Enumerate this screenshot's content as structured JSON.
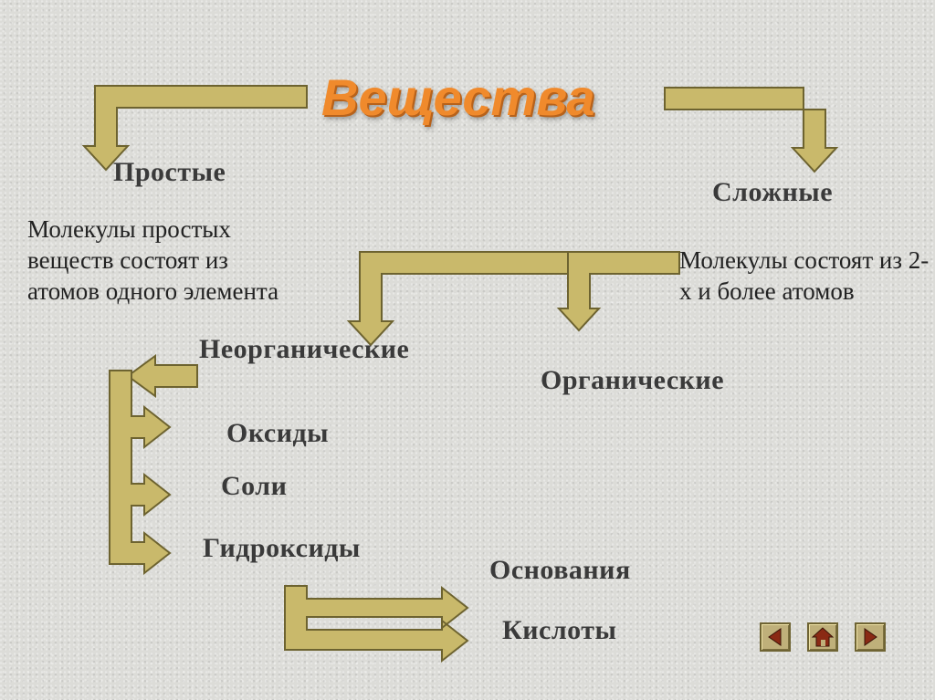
{
  "title": "Вещества",
  "simple": {
    "heading": "Простые",
    "description": "Молекулы простых веществ состоят из атомов одного элемента"
  },
  "complex": {
    "heading": "Сложные",
    "description": "Молекулы состоят из 2-х и более атомов"
  },
  "inorganic": "Неорганические",
  "organic": "Органические",
  "oxides": "Оксиды",
  "salts": "Соли",
  "hydroxides": "Гидроксиды",
  "bases": "Основания",
  "acids": "Кислоты",
  "colors": {
    "arrow_fill": "#c9b96b",
    "arrow_stroke": "#6d6330",
    "title": "#f08a2c"
  },
  "navigation": {
    "prev_icon": "triangle-left-icon",
    "home_icon": "home-icon",
    "next_icon": "triangle-right-icon"
  }
}
